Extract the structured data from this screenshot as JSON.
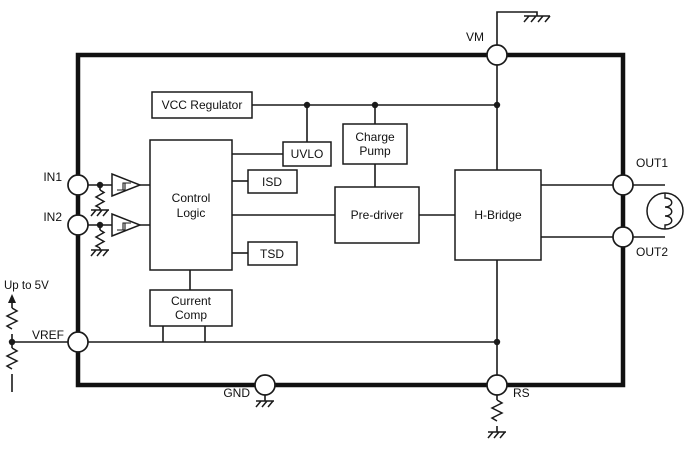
{
  "diagram": {
    "type": "block-diagram",
    "colors": {
      "line": "#1a1a1a",
      "fill": "#ffffff",
      "background": "#ffffff"
    },
    "blocks": {
      "vcc_regulator": "VCC Regulator",
      "uvlo": "UVLO",
      "isd": "ISD",
      "tsd": "TSD",
      "charge_pump": {
        "line1": "Charge",
        "line2": "Pump"
      },
      "control_logic": {
        "line1": "Control",
        "line2": "Logic"
      },
      "pre_driver": "Pre-driver",
      "h_bridge": "H-Bridge",
      "current_comp": {
        "line1": "Current",
        "line2": "Comp"
      }
    },
    "pins": {
      "vm": "VM",
      "in1": "IN1",
      "in2": "IN2",
      "vref": "VREF",
      "gnd": "GND",
      "rs": "RS",
      "out1": "OUT1",
      "out2": "OUT2"
    },
    "annotations": {
      "vref_supply": "Up to 5V"
    }
  }
}
